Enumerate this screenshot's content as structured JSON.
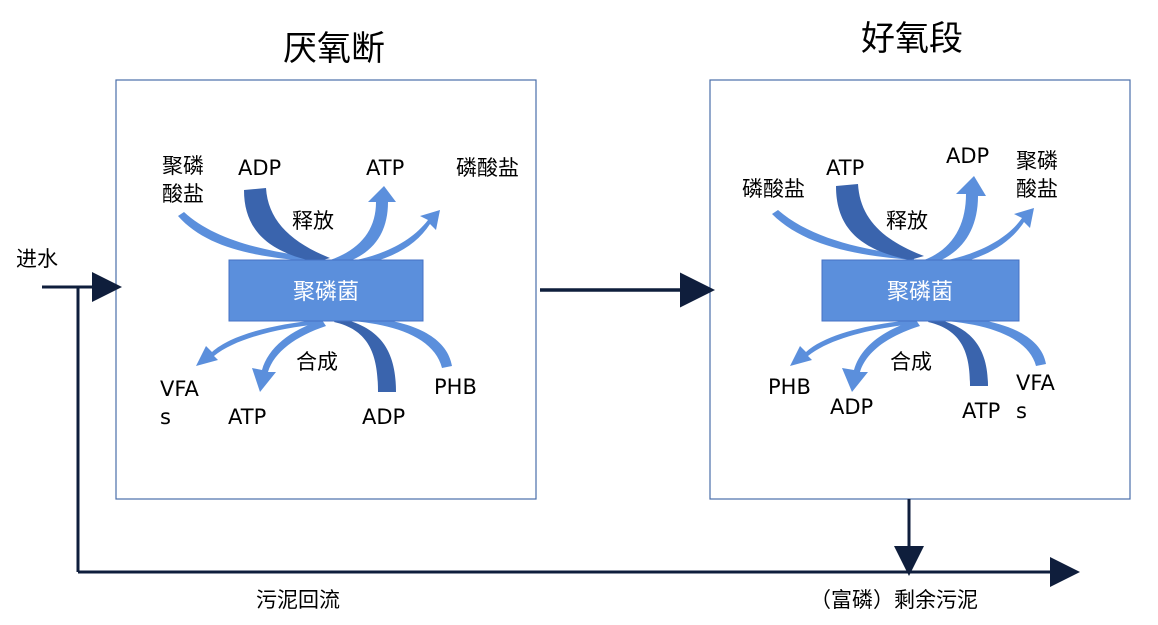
{
  "colors": {
    "bacteria_fill": "#5b8fdc",
    "bacteria_stroke": "#4472c4",
    "arrow_light": "#5b8fdc",
    "arrow_dark": "#3a64ad",
    "frame": "#4a6ea9",
    "flow_line": "#0f1e3c"
  },
  "anaerobic": {
    "title": "厌氧断",
    "bacteria": "聚磷菌",
    "top_left": [
      "聚磷",
      "酸盐"
    ],
    "top_adp": "ADP",
    "top_atp": "ATP",
    "top_phosphate": "磷酸盐",
    "release": "释放",
    "synthesis": "合成",
    "bottom_vfa": [
      "VFA",
      "s"
    ],
    "bottom_atp": "ATP",
    "bottom_adp": "ADP",
    "bottom_phb": "PHB"
  },
  "aerobic": {
    "title": "好氧段",
    "bacteria": "聚磷菌",
    "top_phosphate": "磷酸盐",
    "top_atp": "ATP",
    "top_adp": "ADP",
    "top_right": [
      "聚磷",
      "酸盐"
    ],
    "release": "释放",
    "synthesis": "合成",
    "bottom_phb": "PHB",
    "bottom_adp": "ADP",
    "bottom_atp": "ATP",
    "bottom_vfa": [
      "VFA",
      "s"
    ]
  },
  "flow": {
    "inflow": "进水",
    "sludge_return": "污泥回流",
    "excess_sludge": "（富磷）剩余污泥"
  }
}
